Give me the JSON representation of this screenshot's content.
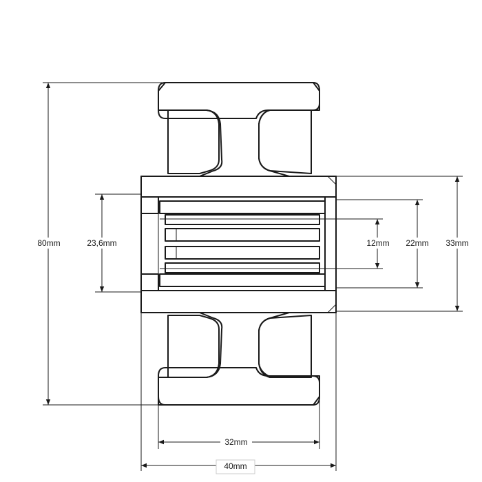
{
  "drawing": {
    "dimensions": [
      {
        "id": "overall-diameter",
        "label": "80mm",
        "value": 80,
        "unit": "mm"
      },
      {
        "id": "bore-diameter",
        "label": "23,6mm",
        "value": 23.6,
        "unit": "mm"
      },
      {
        "id": "shaft-diameter",
        "label": "12mm",
        "value": 12,
        "unit": "mm"
      },
      {
        "id": "bearing-outer-diameter",
        "label": "22mm",
        "value": 22,
        "unit": "mm"
      },
      {
        "id": "hub-diameter",
        "label": "33mm",
        "value": 33,
        "unit": "mm"
      },
      {
        "id": "tread-width",
        "label": "32mm",
        "value": 32,
        "unit": "mm"
      },
      {
        "id": "hub-width",
        "label": "40mm",
        "value": 40,
        "unit": "mm"
      }
    ]
  }
}
